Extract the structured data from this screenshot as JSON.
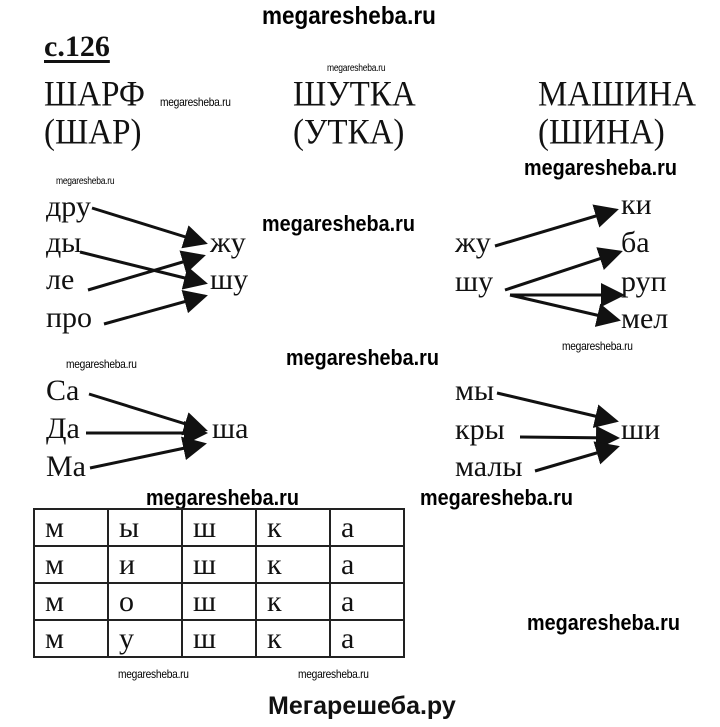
{
  "watermarks": {
    "top": "megaresheba.ru",
    "small": "megaresheba.ru",
    "big": "megaresheba.ru",
    "footer": "Мегарешеба.ру"
  },
  "page_number": "с.126",
  "words": [
    {
      "word": "ШАРФ",
      "subword": "(ШАР)"
    },
    {
      "word": "ШУТКА",
      "subword": "(УТКА)"
    },
    {
      "word": "МАШИНА",
      "subword": "(ШИНА)"
    }
  ],
  "group1": {
    "left": [
      "дру",
      "ды",
      "ле",
      "про"
    ],
    "right": [
      "жу",
      "шу"
    ]
  },
  "group2": {
    "left": [
      "жу",
      "шу"
    ],
    "right": [
      "ки",
      "ба",
      "руп",
      "мел"
    ]
  },
  "group3": {
    "left": [
      "Са",
      "Да",
      "Ма"
    ],
    "right": [
      "ша"
    ]
  },
  "group4": {
    "left": [
      "мы",
      "кры",
      "малы"
    ],
    "right": [
      "ши"
    ]
  },
  "table": [
    [
      "м",
      "ы",
      "ш",
      "к",
      "а"
    ],
    [
      "м",
      "и",
      "ш",
      "к",
      "а"
    ],
    [
      "м",
      "о",
      "ш",
      "к",
      "а"
    ],
    [
      "м",
      "у",
      "ш",
      "к",
      "а"
    ]
  ]
}
